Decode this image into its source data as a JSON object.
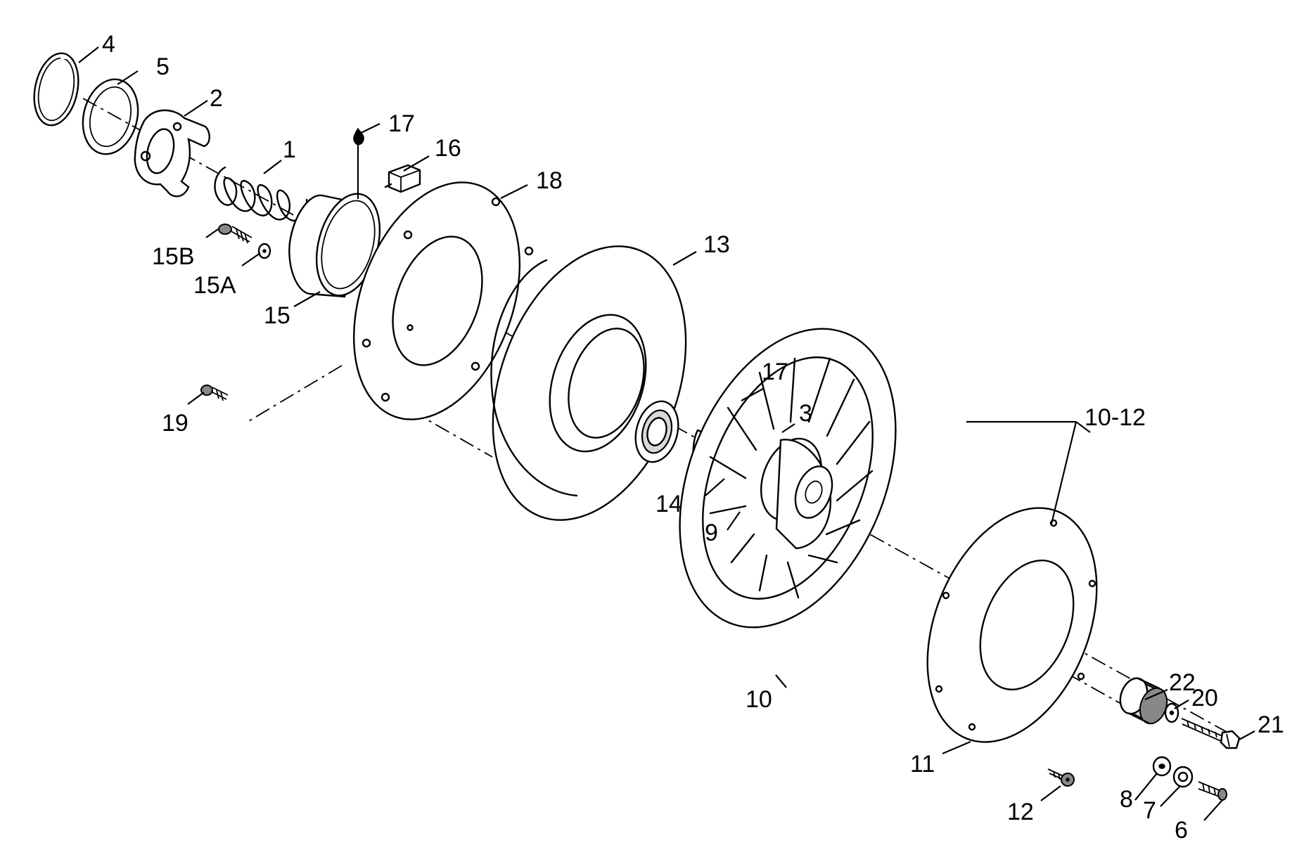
{
  "callouts": {
    "c1": "1",
    "c2": "2",
    "c3": "3",
    "c4": "4",
    "c5": "5",
    "c6": "6",
    "c7": "7",
    "c8": "8",
    "c9": "9",
    "c10": "10",
    "c10_12": "10-12",
    "c11": "11",
    "c12": "12",
    "c13": "13",
    "c14": "14",
    "c15": "15",
    "c15a": "15A",
    "c15b": "15B",
    "c16": "16",
    "c17a": "17",
    "c17b": "17",
    "c18": "18",
    "c19": "19",
    "c20": "20",
    "c21": "21",
    "c22": "22"
  },
  "colors": {
    "line": "#000000",
    "background": "#ffffff",
    "fill_light": "#d9d9d9",
    "fill_dark": "#888888"
  }
}
